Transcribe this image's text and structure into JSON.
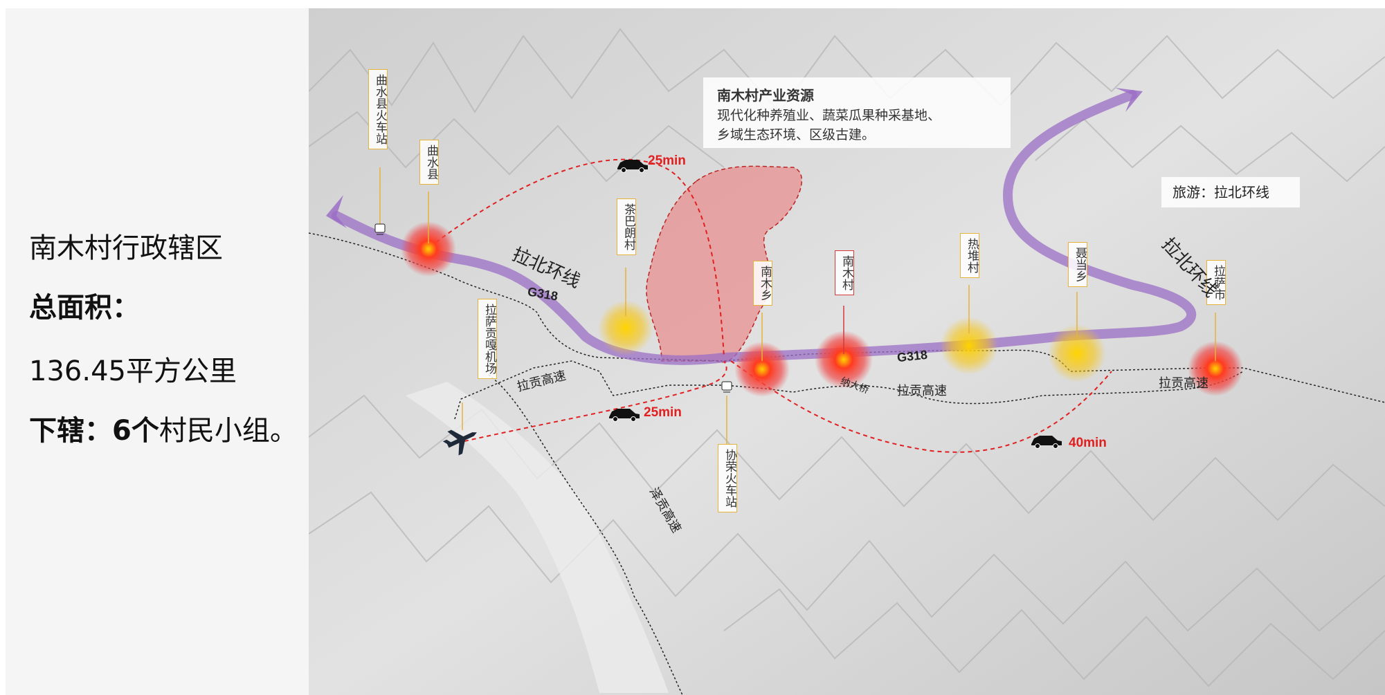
{
  "info": {
    "title": "南木村行政辖区",
    "area_label": "总面积：",
    "area_value": "136.45平方公里",
    "sub_label": "下辖：",
    "sub_value_bold": "6个",
    "sub_value_rest": "村民小组。"
  },
  "map": {
    "resource_box": {
      "title": "南木村产业资源",
      "line1": "现代化种养殖业、蔬菜瓜果种采基地、",
      "line2": "乡域生态环境、区级古建。"
    },
    "tourism_box": "旅游：拉北环线",
    "places": [
      "曲水县火车站",
      "曲水县",
      "茶巴朗村",
      "南木乡",
      "南木村",
      "热堆村",
      "聂当乡",
      "拉萨市",
      "拉萨贡嘎机场",
      "协荣火车站"
    ],
    "road_labels": {
      "ring_west": "拉北环线",
      "ring_east": "拉北环线",
      "g318_west": "G318",
      "g318_east": "G318",
      "lagong_west": "拉贡高速",
      "lagong_mid": "拉贡高速",
      "lagong_east": "拉贡高速",
      "zeshan": "泽贡高速",
      "bridge": "纳大桥"
    },
    "travel_times": [
      "25min",
      "25min",
      "40min"
    ],
    "colors": {
      "route_purple": "#9b6fc6",
      "travel_red": "#e02020",
      "village_area": "#e88a8a",
      "poi_gold": "#f5c518",
      "label_border": "#e5b23a"
    },
    "icons": [
      "car-icon",
      "airplane-icon",
      "train-station-icon",
      "arrow-head-icon"
    ]
  }
}
